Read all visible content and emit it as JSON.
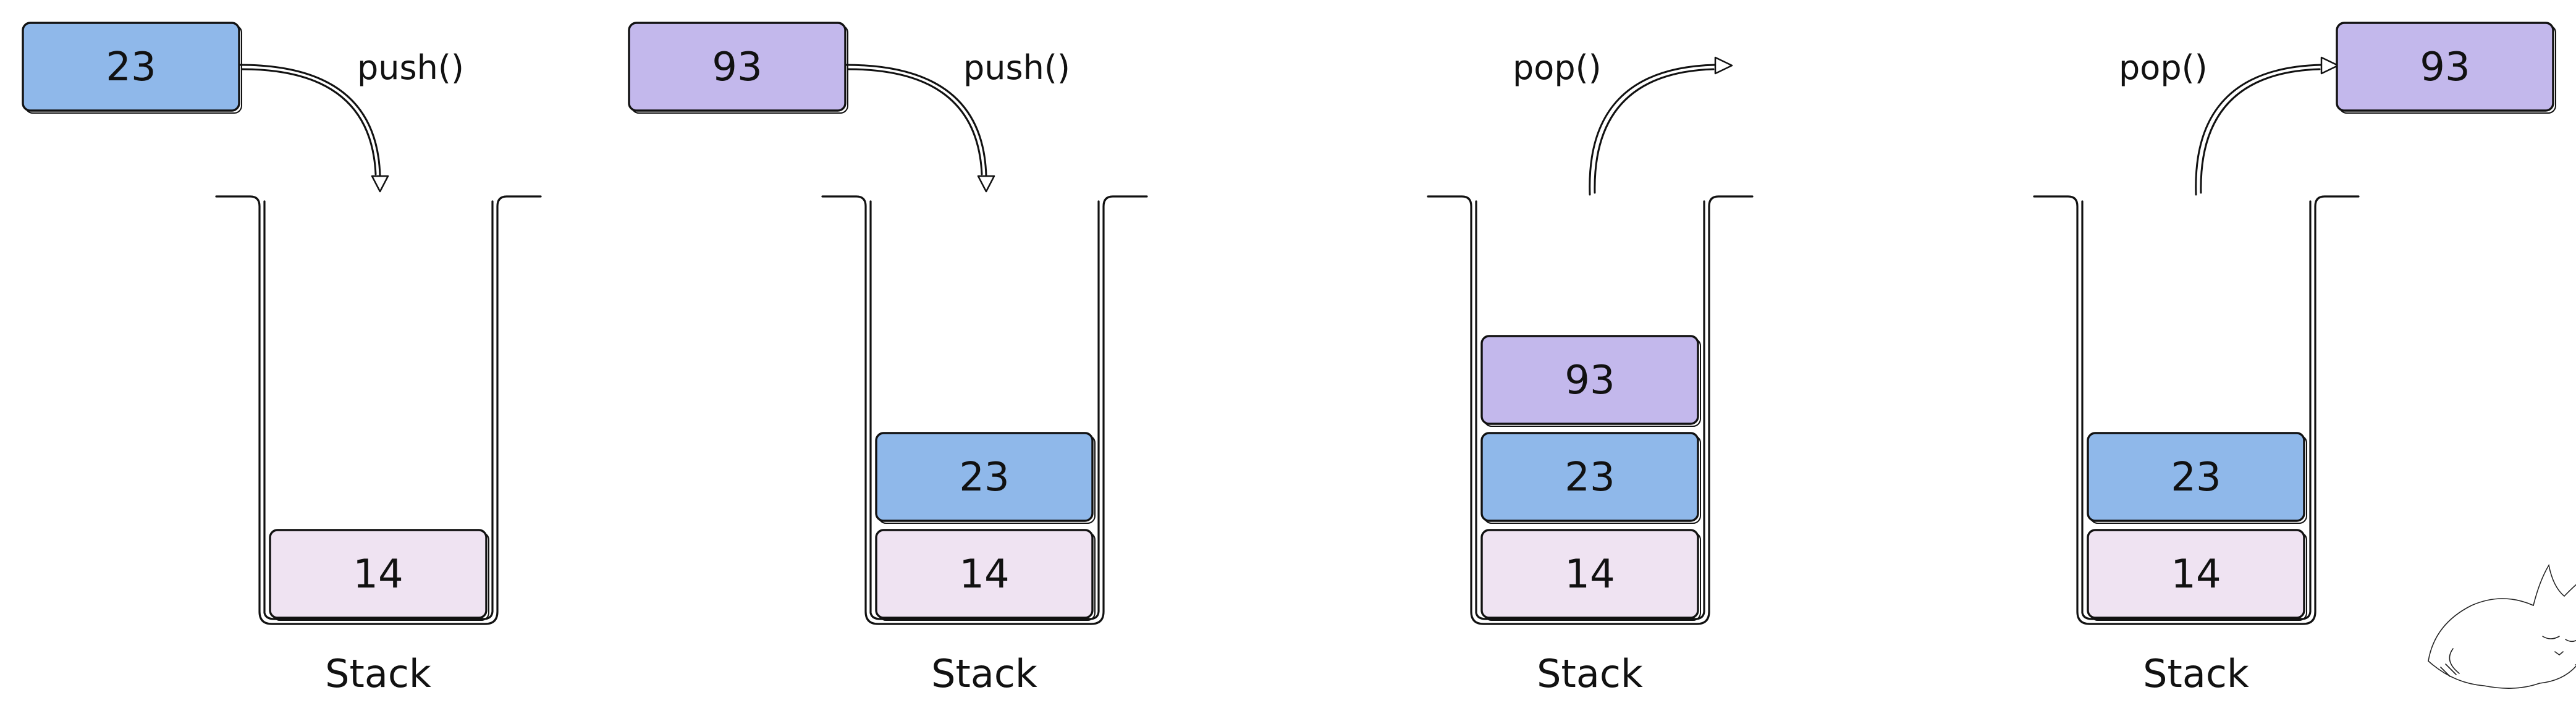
{
  "colors": {
    "blue": "#8fb8ea",
    "purple": "#c3b8ec",
    "pink": "#efe3f2",
    "ink": "#111111"
  },
  "panels": [
    {
      "op": "push()",
      "op_kind": "push",
      "moving": {
        "label": "23",
        "color": "blue"
      },
      "stack": [
        {
          "label": "14",
          "color": "pink"
        }
      ],
      "caption": "Stack"
    },
    {
      "op": "push()",
      "op_kind": "push",
      "moving": {
        "label": "93",
        "color": "purple"
      },
      "stack": [
        {
          "label": "14",
          "color": "pink"
        },
        {
          "label": "23",
          "color": "blue"
        }
      ],
      "caption": "Stack"
    },
    {
      "op": "pop()",
      "op_kind": "pop",
      "moving": null,
      "stack": [
        {
          "label": "14",
          "color": "pink"
        },
        {
          "label": "23",
          "color": "blue"
        },
        {
          "label": "93",
          "color": "purple"
        }
      ],
      "caption": "Stack"
    },
    {
      "op": "pop()",
      "op_kind": "pop",
      "moving": {
        "label": "93",
        "color": "purple"
      },
      "stack": [
        {
          "label": "14",
          "color": "pink"
        },
        {
          "label": "23",
          "color": "blue"
        }
      ],
      "caption": "Stack"
    }
  ],
  "decoration": {
    "icon": "sleeping-cat-icon"
  }
}
